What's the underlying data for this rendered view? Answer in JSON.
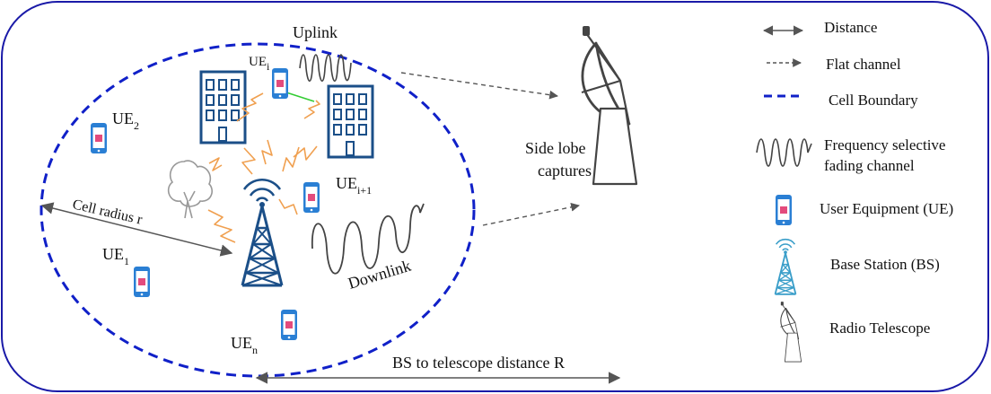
{
  "diagram": {
    "labels": {
      "uplink": "Uplink",
      "downlink": "Downlink",
      "cell_radius": "Cell radius r",
      "side_lobe_line1": "Side lobe",
      "side_lobe_line2": "captures",
      "bs_distance": "BS to telescope distance R"
    },
    "ues": [
      {
        "base": "UE",
        "sub": "i"
      },
      {
        "base": "UE",
        "sub": "2"
      },
      {
        "base": "UE",
        "sub": "i+1"
      },
      {
        "base": "UE",
        "sub": "1"
      },
      {
        "base": "UE",
        "sub": "n"
      }
    ]
  },
  "legend": {
    "items": [
      {
        "icon": "double-arrow-icon",
        "label": "Distance"
      },
      {
        "icon": "dashed-arrow-icon",
        "label": "Flat channel"
      },
      {
        "icon": "dashed-line-icon",
        "label": "Cell Boundary"
      },
      {
        "icon": "wave-icon",
        "label": "Frequency selective",
        "label2": "fading channel"
      },
      {
        "icon": "phone-icon",
        "label": "User Equipment (UE)"
      },
      {
        "icon": "tower-icon",
        "label": "Base Station (BS)"
      },
      {
        "icon": "telescope-icon",
        "label": "Radio Telescope"
      }
    ]
  },
  "colors": {
    "frame": "#1a1aa8",
    "cell_boundary": "#1020c8",
    "phone_body": "#2a7fd4",
    "phone_screen": "#e34b7d",
    "tower": "#1b4f88",
    "building": "#1b4f88",
    "signal": "#f0a050",
    "link": "#33cc33",
    "arrow": "#555555"
  }
}
